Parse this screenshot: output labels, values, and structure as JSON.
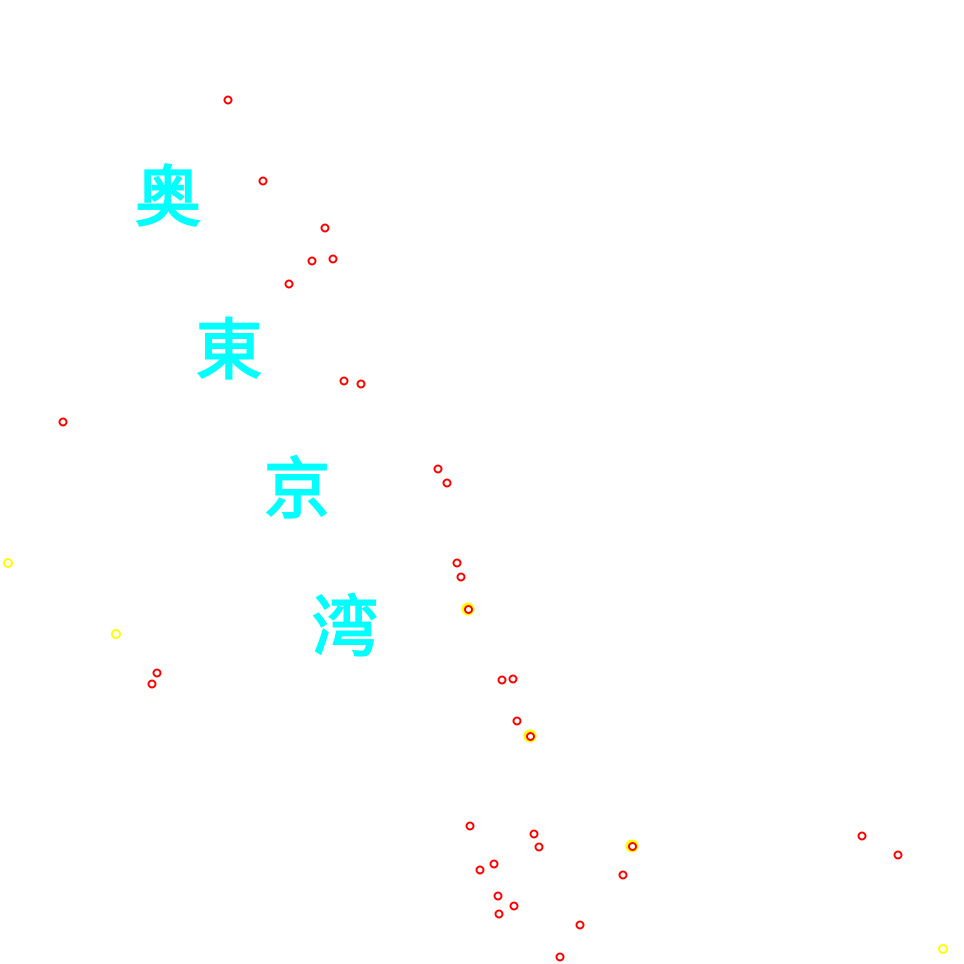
{
  "map": {
    "background_color": "#ffffff",
    "label_color": "#00ffff",
    "label": {
      "char1": "奥",
      "char2": "東",
      "char3": "京",
      "char4": "湾"
    },
    "marker_colors": {
      "red": "#ff0000",
      "yellow": "#ffff00"
    }
  }
}
